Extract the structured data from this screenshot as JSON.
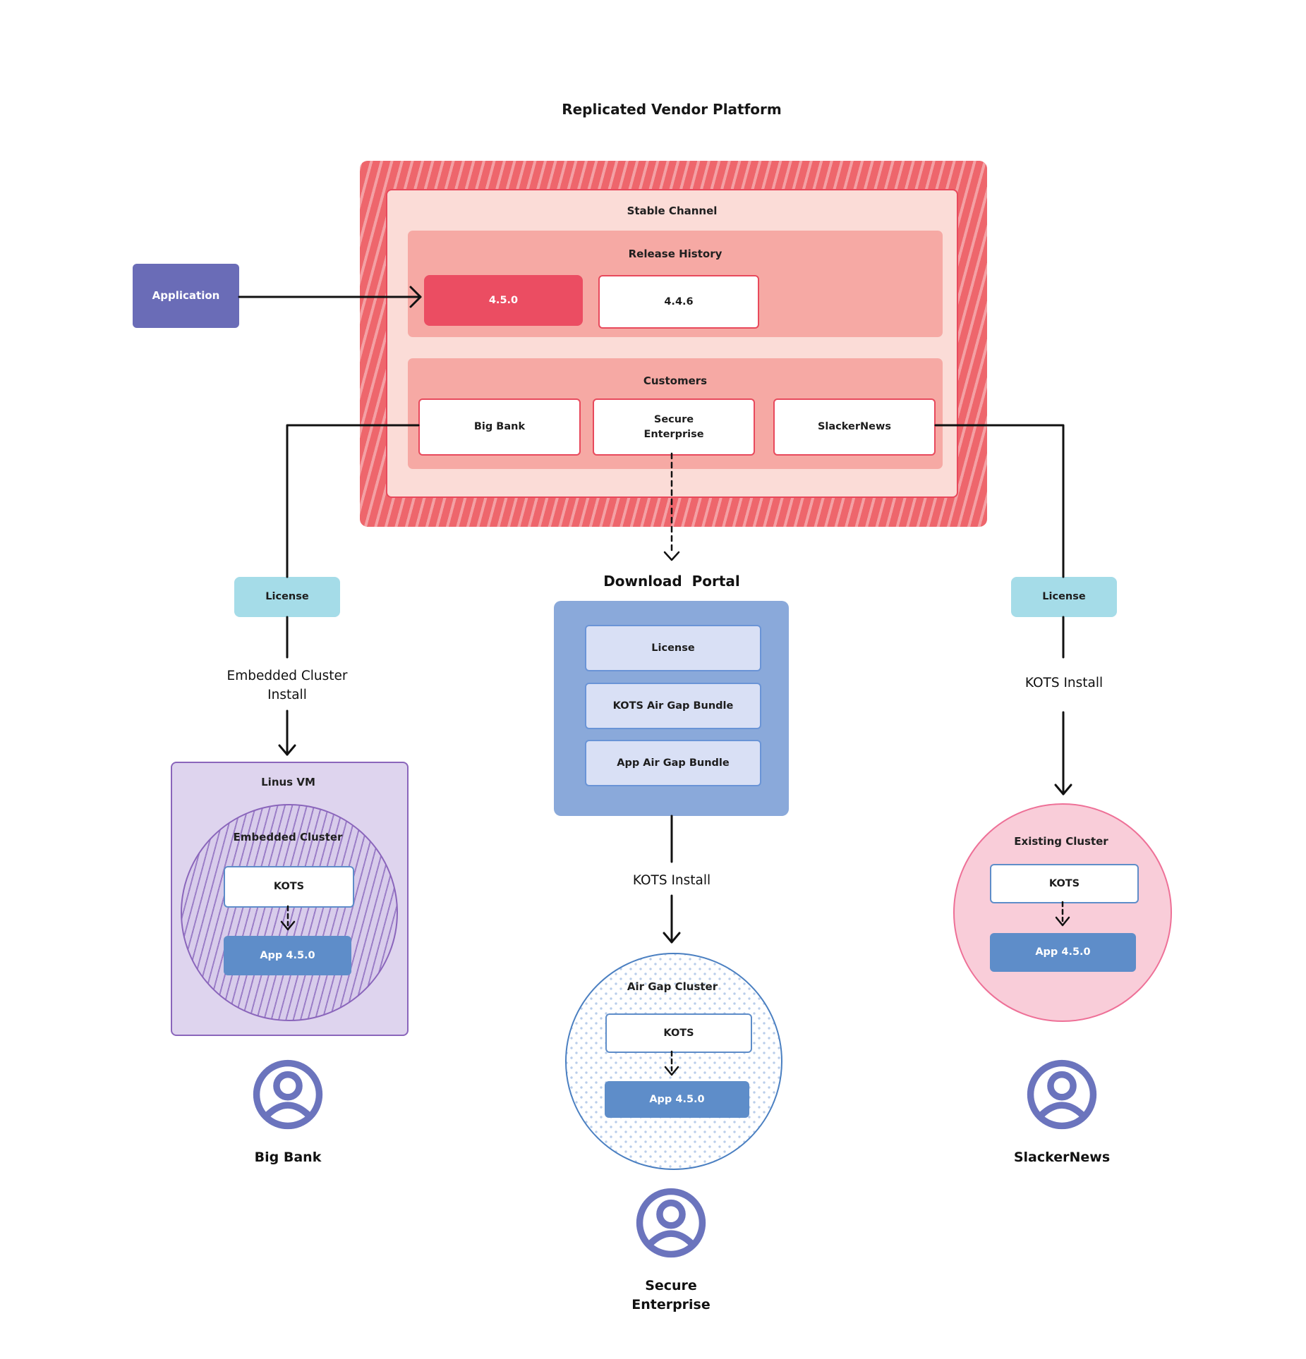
{
  "title": "Replicated Vendor Platform",
  "platform": {
    "stable_channel": "Stable Channel",
    "release_history": "Release History",
    "releases": [
      "4.5.0",
      "4.4.6"
    ],
    "customers_label": "Customers",
    "customers": [
      "Big Bank",
      "Secure Enterprise",
      "SlackerNews"
    ]
  },
  "application": "Application",
  "left": {
    "license": "License",
    "install": "Embedded Cluster Install",
    "vm": "Linus VM",
    "cluster": "Embedded Cluster",
    "kots": "KOTS",
    "app": "App 4.5.0",
    "person": "Big Bank"
  },
  "center": {
    "portal_title": "Download  Portal",
    "portal_items": [
      "License",
      "KOTS Air Gap Bundle",
      "App Air Gap Bundle"
    ],
    "install": "KOTS Install",
    "cluster": "Air Gap Cluster",
    "kots": "KOTS",
    "app": "App 4.5.0",
    "person": "Secure Enterprise"
  },
  "right": {
    "license": "License",
    "install": "KOTS Install",
    "cluster": "Existing Cluster",
    "kots": "KOTS",
    "app": "App 4.5.0",
    "person": "SlackerNews"
  },
  "colors": {
    "platform_red": "#ee666c",
    "platform_stripe": "#f3989c",
    "channel_pink": "#fbdcd7",
    "channel_border": "#e8495c",
    "salmon": "#f6a9a4",
    "release_red": "#eb4d62",
    "application_purple": "#6a6cb7",
    "license_cyan": "#a5dce8",
    "portal_blue": "#8aa9da",
    "portal_item_fill": "#d9e0f5",
    "portal_item_border": "#6a94d6",
    "kots_border_blue": "#5e8dc9",
    "app_blue": "#5e8dc9",
    "vm_lavender": "#ded4ee",
    "vm_border": "#8a65bb",
    "hatch_purple": "#9b7ec7",
    "airgap_border": "#4a7fc1",
    "airgap_dot": "#b9cdea",
    "existing_pink": "#f9cdd9",
    "existing_border": "#ee7097",
    "person_purple": "#6b74bd",
    "connector": "#111111"
  }
}
